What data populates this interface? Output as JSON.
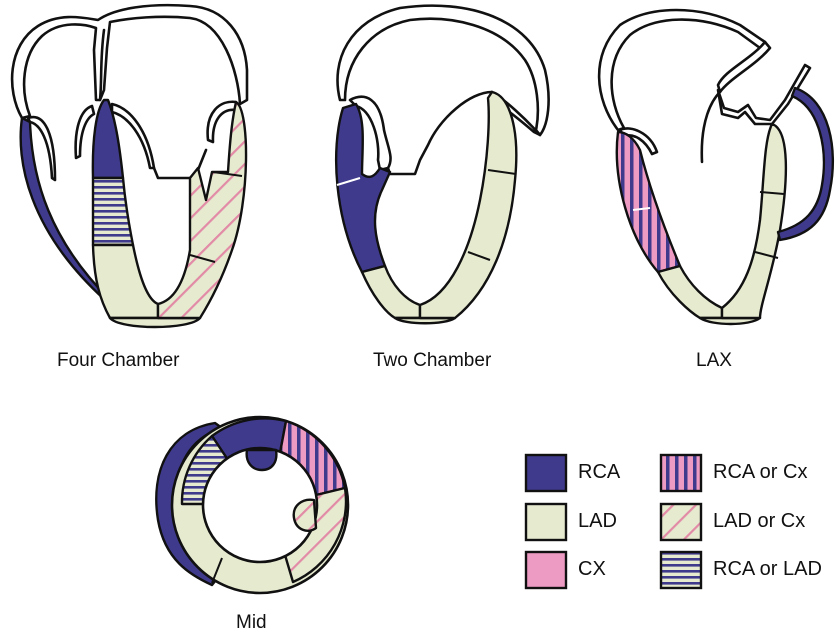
{
  "figure": {
    "views": [
      {
        "id": "four-chamber",
        "label": "Four Chamber"
      },
      {
        "id": "two-chamber",
        "label": "Two Chamber"
      },
      {
        "id": "lax",
        "label": "LAX"
      },
      {
        "id": "mid",
        "label": "Mid"
      }
    ],
    "legend": [
      {
        "key": "rca",
        "label": "RCA",
        "pattern": "solid-rca"
      },
      {
        "key": "lad",
        "label": "LAD",
        "pattern": "solid-lad"
      },
      {
        "key": "cx",
        "label": "CX",
        "pattern": "solid-cx"
      },
      {
        "key": "rca-or-cx",
        "label": "RCA or Cx",
        "pattern": "vertical-stripes"
      },
      {
        "key": "lad-or-cx",
        "label": "LAD or Cx",
        "pattern": "diagonal-stripes"
      },
      {
        "key": "rca-or-lad",
        "label": "RCA or LAD",
        "pattern": "horizontal-stripes"
      }
    ],
    "colors": {
      "rca": "#3f3a8c",
      "lad": "#e6ebd0",
      "cx": "#ee9bc3",
      "outline": "#111111"
    }
  }
}
